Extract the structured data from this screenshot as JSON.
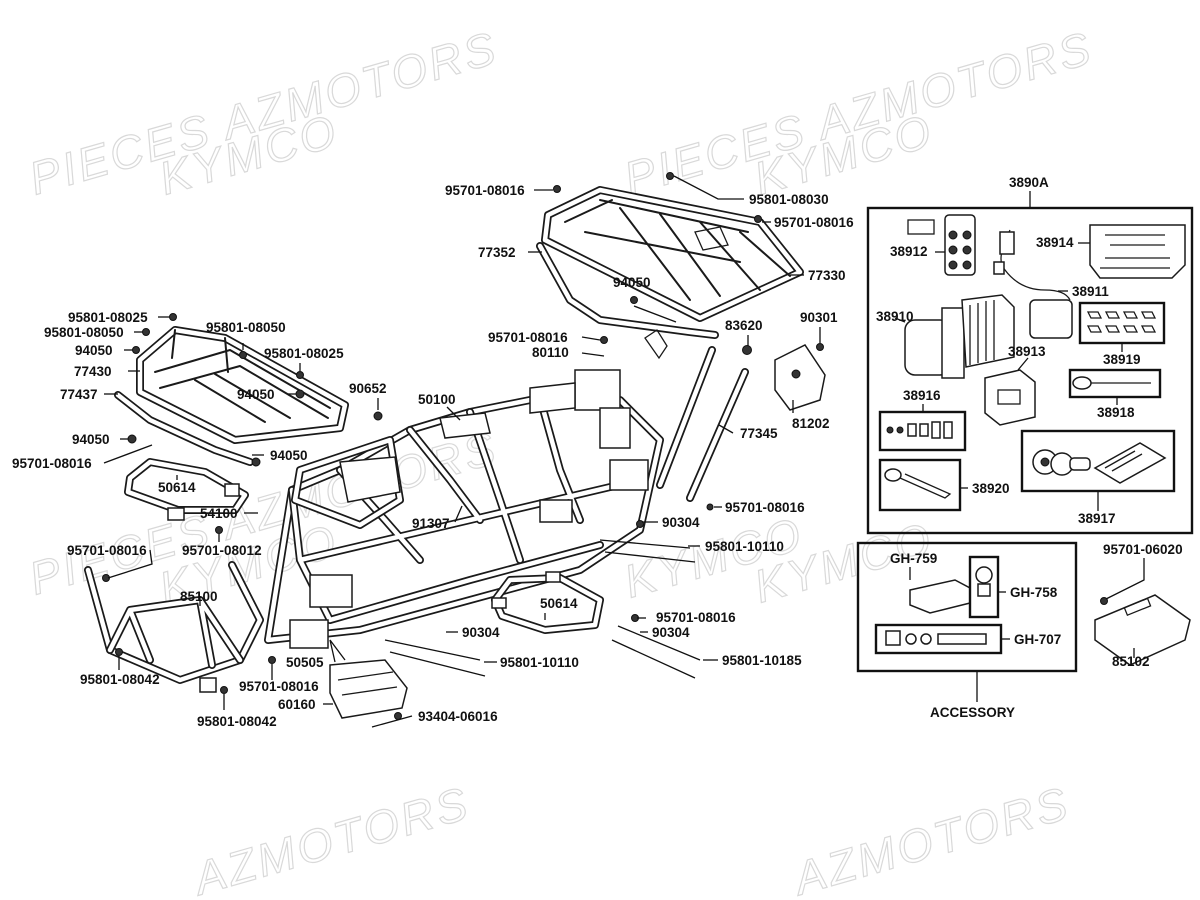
{
  "watermarks": [
    "PIECES AZMOTORS",
    "KYMCO",
    "PIECES AZMOTORS",
    "KYMCO",
    "PIECES AZMOTORS",
    "KYMCO",
    "AZMOTORS",
    "KYMCO",
    "AZMOTORS",
    "KYMCO"
  ],
  "labels": {
    "l01": "95701-08016",
    "l02": "95801-08030",
    "l03": "95701-08016",
    "l04": "77352",
    "l05": "77330",
    "l06": "94050",
    "l07": "95701-08016",
    "l08": "83620",
    "l09": "90301",
    "l10": "80110",
    "l11": "95801-08025",
    "l12": "95801-08050",
    "l13": "95801-08050",
    "l14": "94050",
    "l15": "95801-08025",
    "l16": "77430",
    "l17": "90652",
    "l18": "77437",
    "l19": "94050",
    "l20": "50100",
    "l21": "77345",
    "l22": "81202",
    "l23": "94050",
    "l24": "94050",
    "l25": "95701-08016",
    "l26": "50614",
    "l27": "54100",
    "l28": "91307",
    "l29": "95701-08016",
    "l30": "90304",
    "l31": "95701-08016",
    "l32": "95701-08012",
    "l33": "95801-10110",
    "l34": "85100",
    "l35": "50614",
    "l36": "95701-08016",
    "l37": "90304",
    "l38": "90304",
    "l39": "50505",
    "l40": "95801-10110",
    "l41": "95801-10185",
    "l42": "95801-08042",
    "l43": "95701-08016",
    "l44": "60160",
    "l45": "95801-08042",
    "l46": "93404-06016"
  },
  "accessory": {
    "kit_number": "3890A",
    "kit_parts": {
      "p1": "38912",
      "p2": "38914",
      "p3": "38911",
      "p4": "38910",
      "p5": "38919",
      "p6": "38913",
      "p7": "38918",
      "p8": "38916",
      "p9": "38920",
      "p10": "38917"
    },
    "hitch_parts": {
      "h1": "GH-759",
      "h2": "GH-758",
      "h3": "GH-707"
    },
    "caption": "ACCESSORY",
    "plate_bolt": "95701-06020",
    "plate": "85102"
  }
}
